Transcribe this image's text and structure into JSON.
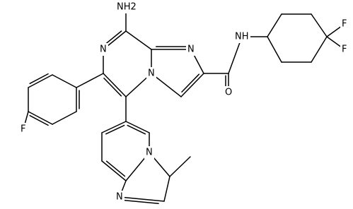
{
  "molecule": {
    "atoms": [
      {
        "id": "nh2",
        "label": "NH2"
      },
      {
        "id": "n_pyrazine",
        "label": "N"
      },
      {
        "id": "n_imid_top",
        "label": "N"
      },
      {
        "id": "n_bridge",
        "label": "N"
      },
      {
        "id": "n_amide",
        "label": "NH"
      },
      {
        "id": "o_amide",
        "label": "O"
      },
      {
        "id": "f_phenyl",
        "label": "F"
      },
      {
        "id": "f_top",
        "label": "F"
      },
      {
        "id": "f_bottom",
        "label": "F"
      },
      {
        "id": "n_pyridine",
        "label": "N"
      },
      {
        "id": "n_imid_bottom",
        "label": "N"
      }
    ]
  }
}
